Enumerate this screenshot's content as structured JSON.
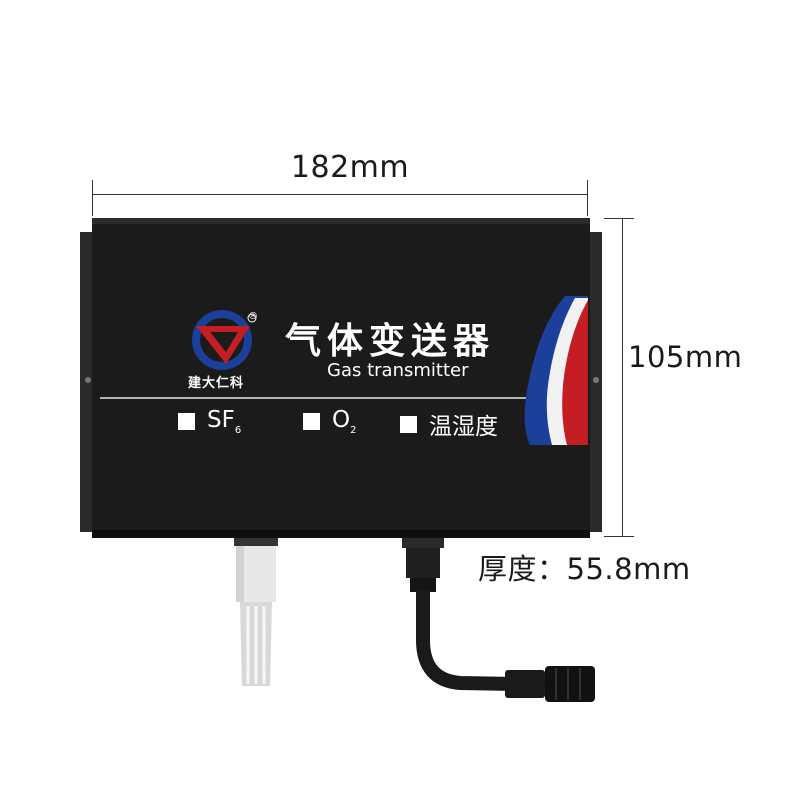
{
  "dimensions": {
    "width": "182mm",
    "height": "105mm",
    "depth": "厚度：55.8mm"
  },
  "product": {
    "title": "气体变送器",
    "subtitle": "Gas transmitter",
    "brand": "建大仁科",
    "registered_mark": "®"
  },
  "options": [
    {
      "label": "SF",
      "sub": "6"
    },
    {
      "label": "O",
      "sub": "2"
    },
    {
      "label": "温湿度",
      "sub": ""
    }
  ],
  "colors": {
    "case": "#1b1b1b",
    "accent_blue": "#1c3f9a",
    "accent_red": "#c41e24"
  }
}
